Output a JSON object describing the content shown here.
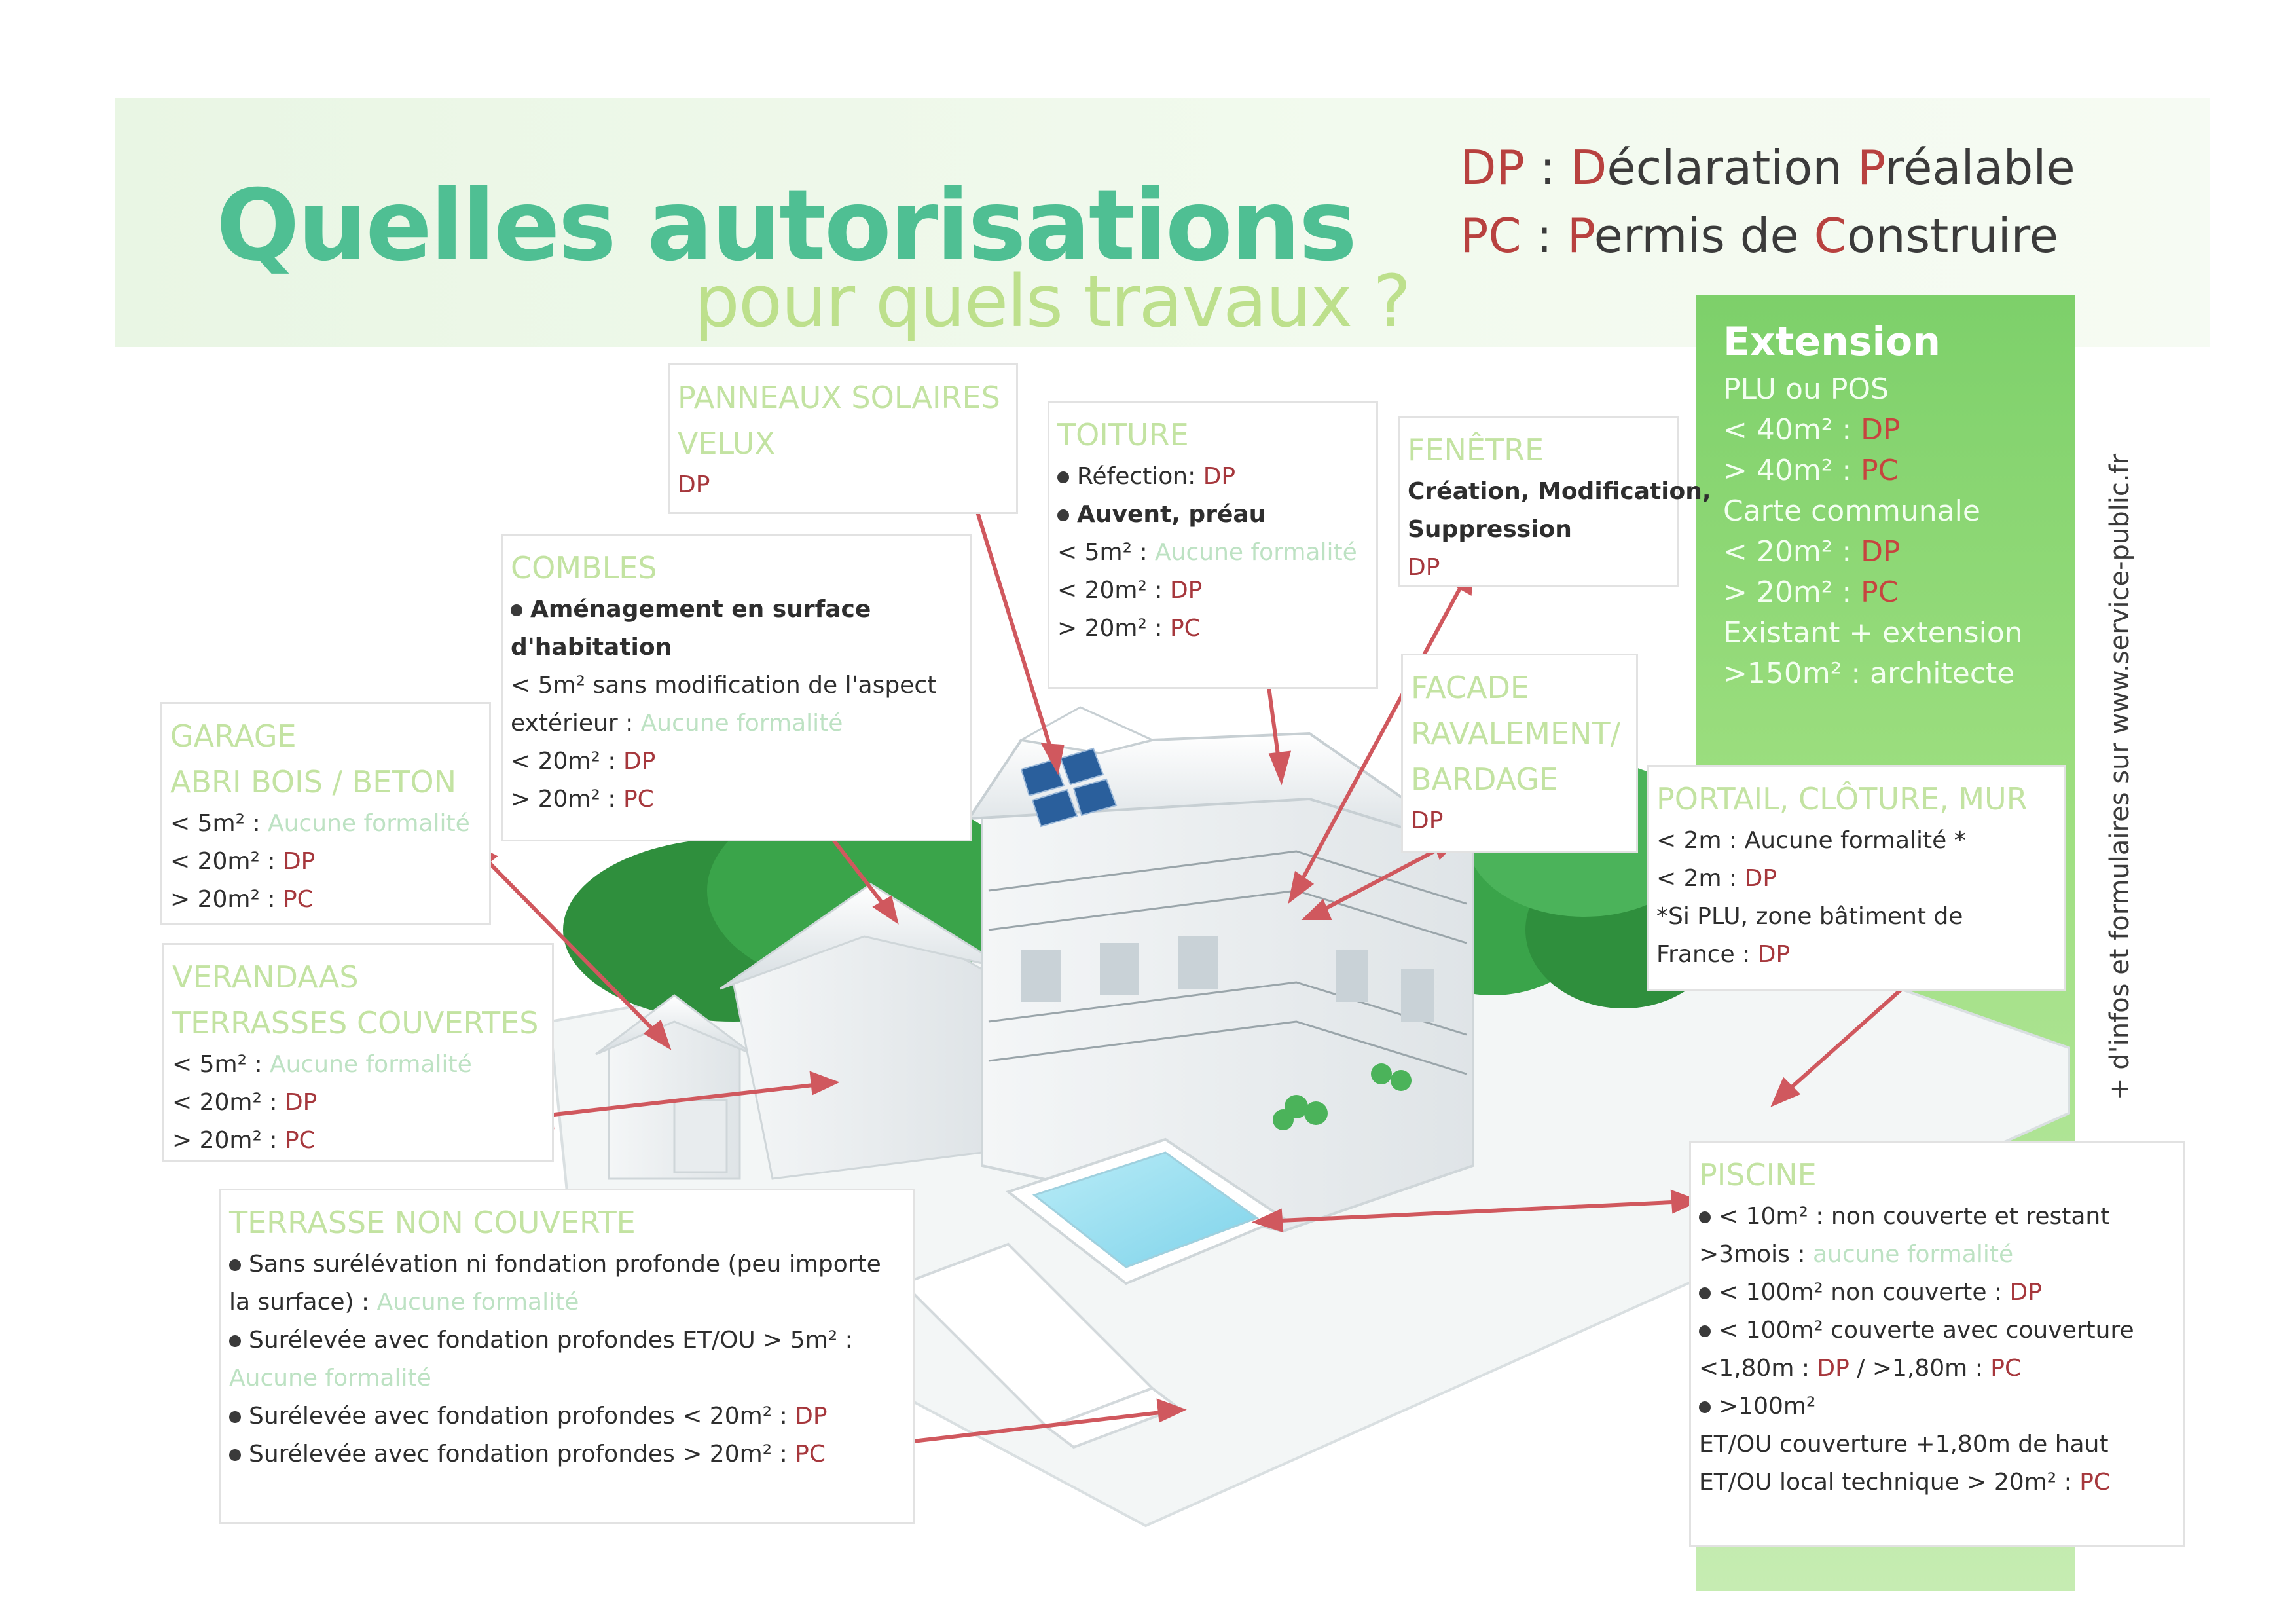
{
  "header": {
    "title": "Quelles autorisations",
    "subtitle": "pour quels travaux ?",
    "legend": [
      {
        "abbr": "DP",
        "sep": " : ",
        "parts": [
          [
            "D",
            "red"
          ],
          [
            "éclaration ",
            ""
          ],
          [
            "P",
            "red"
          ],
          [
            "réalable",
            ""
          ]
        ]
      },
      {
        "abbr": "PC",
        "sep": " : ",
        "parts": [
          [
            "P",
            "red"
          ],
          [
            "ermis de ",
            ""
          ],
          [
            "C",
            "red"
          ],
          [
            "onstruire",
            ""
          ]
        ]
      }
    ]
  },
  "side_note": "+ d'infos et formulaires sur www.service-public.fr",
  "extension": {
    "title": "Extension",
    "lines": [
      [
        [
          "PLU ou POS",
          ""
        ]
      ],
      [
        [
          "< 40m² : ",
          ""
        ],
        [
          "DP",
          "y"
        ]
      ],
      [
        [
          "> 40m² : ",
          ""
        ],
        [
          "PC",
          "y"
        ]
      ],
      [
        [
          "Carte communale",
          ""
        ]
      ],
      [
        [
          "< 20m² : ",
          ""
        ],
        [
          "DP",
          "y"
        ]
      ],
      [
        [
          "> 20m² : ",
          ""
        ],
        [
          "PC",
          "y"
        ]
      ],
      [
        [
          "Existant + extension",
          ""
        ]
      ],
      [
        [
          ">150m² : architecte",
          ""
        ]
      ]
    ]
  },
  "boxes": [
    {
      "id": "panneaux",
      "title": [
        "PANNEAUX SOLAIRES",
        "VELUX"
      ],
      "lines": [
        [
          [
            "DP",
            "dp"
          ]
        ]
      ]
    },
    {
      "id": "toiture",
      "title": [
        "TOITURE"
      ],
      "lines": [
        [
          [
            "•",
            ""
          ],
          [
            "Réfection: ",
            ""
          ],
          [
            "DP",
            "dp"
          ]
        ],
        [
          [
            "•",
            ""
          ],
          [
            "Auvent, préau",
            "b"
          ]
        ],
        [
          [
            "< 5m² : ",
            ""
          ],
          [
            "Aucune formalité",
            "muted"
          ]
        ],
        [
          [
            "< 20m² : ",
            ""
          ],
          [
            "DP",
            "dp"
          ]
        ],
        [
          [
            "> 20m² : ",
            ""
          ],
          [
            "PC",
            "dp"
          ]
        ]
      ]
    },
    {
      "id": "fenetre",
      "title": [
        "FENÊTRE"
      ],
      "lines": [
        [
          [
            "Création, Modification,",
            "b"
          ]
        ],
        [
          [
            "Suppression",
            "b"
          ]
        ],
        [
          [
            "DP",
            "dp"
          ]
        ]
      ]
    },
    {
      "id": "combles",
      "title": [
        "COMBLES"
      ],
      "lines": [
        [
          [
            "•",
            ""
          ],
          [
            "Aménagement en surface",
            "b"
          ]
        ],
        [
          [
            "d'habitation",
            "b"
          ]
        ],
        [
          [
            "< 5m² sans modification de l'aspect",
            ""
          ]
        ],
        [
          [
            "extérieur : ",
            ""
          ],
          [
            "Aucune formalité",
            "muted"
          ]
        ],
        [
          [
            "< 20m² : ",
            ""
          ],
          [
            "DP",
            "dp"
          ]
        ],
        [
          [
            "> 20m² : ",
            ""
          ],
          [
            "PC",
            "dp"
          ]
        ]
      ]
    },
    {
      "id": "garage",
      "title": [
        "GARAGE",
        "ABRI BOIS / BETON"
      ],
      "lines": [
        [
          [
            "< 5m² : ",
            ""
          ],
          [
            "Aucune formalité",
            "muted"
          ]
        ],
        [
          [
            "< 20m² : ",
            ""
          ],
          [
            "DP",
            "dp"
          ]
        ],
        [
          [
            "> 20m² : ",
            ""
          ],
          [
            "PC",
            "dp"
          ]
        ]
      ]
    },
    {
      "id": "facade",
      "title": [
        "FACADE",
        "RAVALEMENT/",
        "BARDAGE"
      ],
      "lines": [
        [
          [
            "DP",
            "dp"
          ]
        ]
      ]
    },
    {
      "id": "portail",
      "title": [
        "PORTAIL, CLÔTURE, MUR"
      ],
      "lines": [
        [
          [
            "< 2m : Aucune formalité *",
            ""
          ]
        ],
        [
          [
            "< 2m : ",
            ""
          ],
          [
            "DP",
            "dp"
          ]
        ],
        [
          [
            "*Si PLU, zone bâtiment de",
            ""
          ]
        ],
        [
          [
            "France : ",
            ""
          ],
          [
            "DP",
            "dp"
          ]
        ]
      ]
    },
    {
      "id": "verandas",
      "title": [
        "VERANDAAS",
        "TERRASSES COUVERTES"
      ],
      "lines": [
        [
          [
            "< 5m² : ",
            ""
          ],
          [
            "Aucune formalité",
            "muted"
          ]
        ],
        [
          [
            "< 20m² : ",
            ""
          ],
          [
            "DP",
            "dp"
          ]
        ],
        [
          [
            "> 20m² : ",
            ""
          ],
          [
            "PC",
            "dp"
          ]
        ]
      ]
    },
    {
      "id": "terrasse",
      "title": [
        "TERRASSE NON COUVERTE"
      ],
      "lines": [
        [
          [
            "•",
            ""
          ],
          [
            "Sans surélévation ni fondation profonde (peu importe",
            ""
          ]
        ],
        [
          [
            "la surface) : ",
            ""
          ],
          [
            "Aucune formalité",
            "muted"
          ]
        ],
        [
          [
            "•",
            ""
          ],
          [
            "Surélevée avec fondation profondes ET/OU > 5m² :",
            ""
          ]
        ],
        [
          [
            "Aucune formalité",
            "muted"
          ]
        ],
        [
          [
            "•",
            ""
          ],
          [
            "Surélevée avec fondation profondes < 20m² : ",
            ""
          ],
          [
            "DP",
            "dp"
          ]
        ],
        [
          [
            "•",
            ""
          ],
          [
            "Surélevée avec fondation profondes > 20m² : ",
            ""
          ],
          [
            "PC",
            "dp"
          ]
        ]
      ]
    },
    {
      "id": "piscine",
      "title": [
        "PISCINE"
      ],
      "lines": [
        [
          [
            "•",
            ""
          ],
          [
            "< 10m² : non couverte et restant",
            ""
          ]
        ],
        [
          [
            ">3mois : ",
            ""
          ],
          [
            "aucune formalité",
            "muted"
          ]
        ],
        [
          [
            "•",
            ""
          ],
          [
            "< 100m² non couverte : ",
            ""
          ],
          [
            "DP",
            "dp"
          ]
        ],
        [
          [
            "•",
            ""
          ],
          [
            "< 100m² couverte avec couverture",
            ""
          ]
        ],
        [
          [
            "<1,80m : ",
            ""
          ],
          [
            "DP",
            "dp"
          ],
          [
            " / >1,80m : ",
            ""
          ],
          [
            "PC",
            "dp"
          ]
        ],
        [
          [
            "•",
            ""
          ],
          [
            ">100m²",
            ""
          ]
        ],
        [
          [
            "ET/OU couverture +1,80m de haut",
            ""
          ]
        ],
        [
          [
            "ET/OU local technique > 20m² : ",
            ""
          ],
          [
            "PC",
            "dp"
          ]
        ]
      ]
    }
  ]
}
